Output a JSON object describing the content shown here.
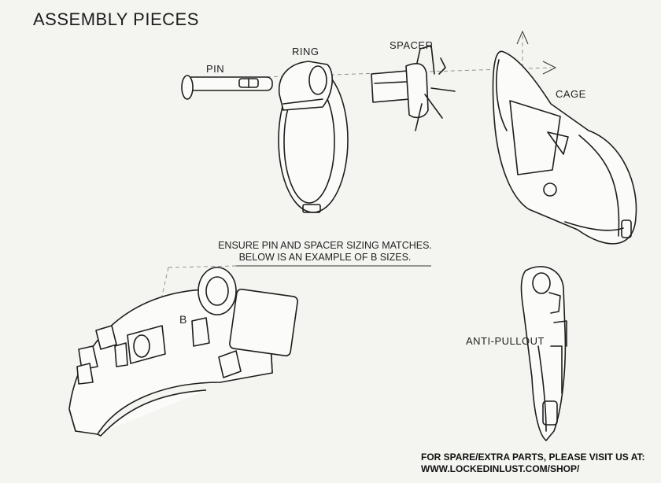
{
  "document": {
    "title": "ASSEMBLY PIECES",
    "labels": {
      "pin": "PIN",
      "ring": "RING",
      "spacer": "SPACER",
      "cage": "CAGE",
      "anti_pullout": "ANTI-PULLOUT"
    },
    "note_line1": "ENSURE PIN AND SPACER SIZING MATCHES.",
    "note_line2": "BELOW IS AN EXAMPLE OF B SIZES.",
    "size_letter": "B",
    "footer_line1": "FOR SPARE/EXTRA PARTS, PLEASE VISIT US AT:",
    "footer_line2": "WWW.LOCKEDINLUST.COM/SHOP/"
  }
}
